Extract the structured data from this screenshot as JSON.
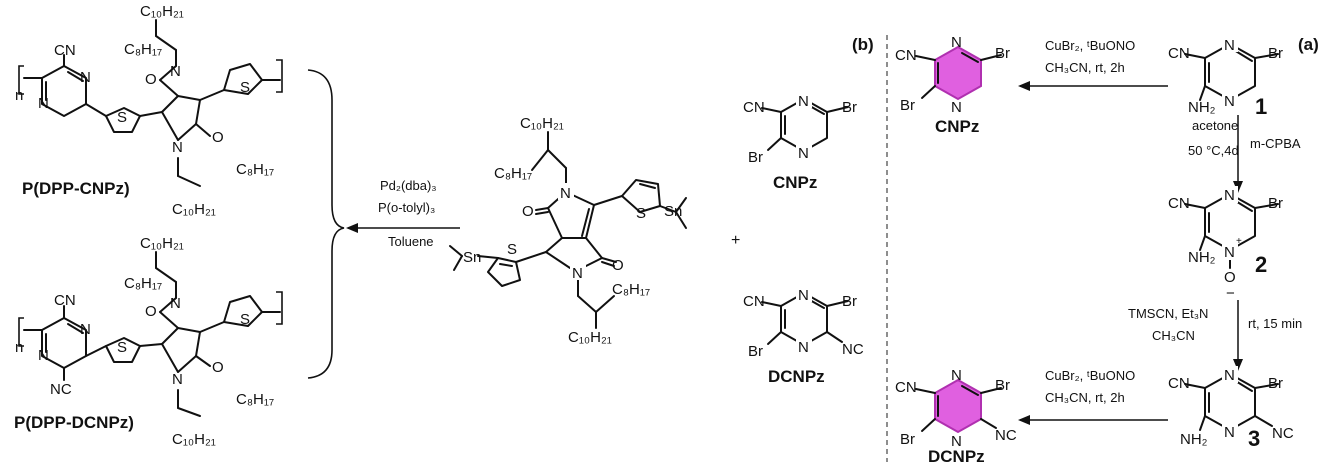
{
  "panels": {
    "a": "(a)",
    "b": "(b)"
  },
  "compounds": {
    "c1": "1",
    "c2": "2",
    "c3": "3",
    "cnpz": "CNPz",
    "dcnpz": "DCNPz",
    "p_cnpz": "P(DPP-CNPz)",
    "p_dcnpz": "P(DPP-DCNPz)"
  },
  "atoms": {
    "N": "N",
    "CN": "CN",
    "NC": "NC",
    "Br": "Br",
    "NH2": "NH₂",
    "O": "O",
    "S": "S",
    "Sn": "Sn",
    "C10H21": "C₁₀H₂₁",
    "C8H17": "C₈H₁₇",
    "plus_charge": "+",
    "minus_charge": "−",
    "n": "n"
  },
  "conditions": {
    "step1_top": "CuBr₂, ᵗBuONO",
    "step1_bottom": "CH₃CN, rt, 2h",
    "step2_a": "acetone",
    "step2_b": "50 °C,4d",
    "step2_reagent": "m-CPBA",
    "step3_top": "TMSCN, Et₃N",
    "step3_bottom": "CH₃CN",
    "step3_side": "rt, 15 min",
    "step4_top": "CuBr₂, ᵗBuONO",
    "step4_bottom": "CH₃CN, rt, 2h",
    "polymerization_1": "Pd₂(dba)₃",
    "polymerization_2": "P(o-tolyl)₃",
    "polymerization_3": "Toluene",
    "plus_sign": "+"
  },
  "colors": {
    "ring_highlight": "#e060e0",
    "ring_stroke": "#b030b0",
    "bond": "#111111"
  }
}
